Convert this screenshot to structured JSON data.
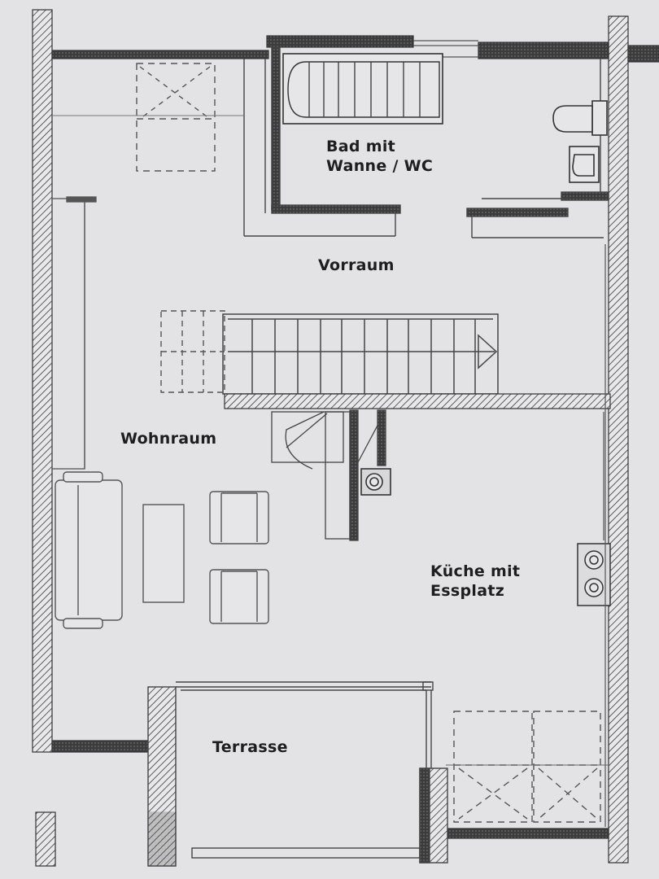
{
  "plan": {
    "rooms": {
      "bathroom": {
        "line1": "Bad mit",
        "line2": "Wanne / WC"
      },
      "hallway": "Vorraum",
      "living_room": "Wohnraum",
      "kitchen": {
        "line1": "Küche mit",
        "line2": "Essplatz"
      },
      "terrace": "Terrasse"
    },
    "colors": {
      "background": "#e3e3e5",
      "wall_hatch": "#3a3a3a",
      "line": "#555555"
    }
  }
}
